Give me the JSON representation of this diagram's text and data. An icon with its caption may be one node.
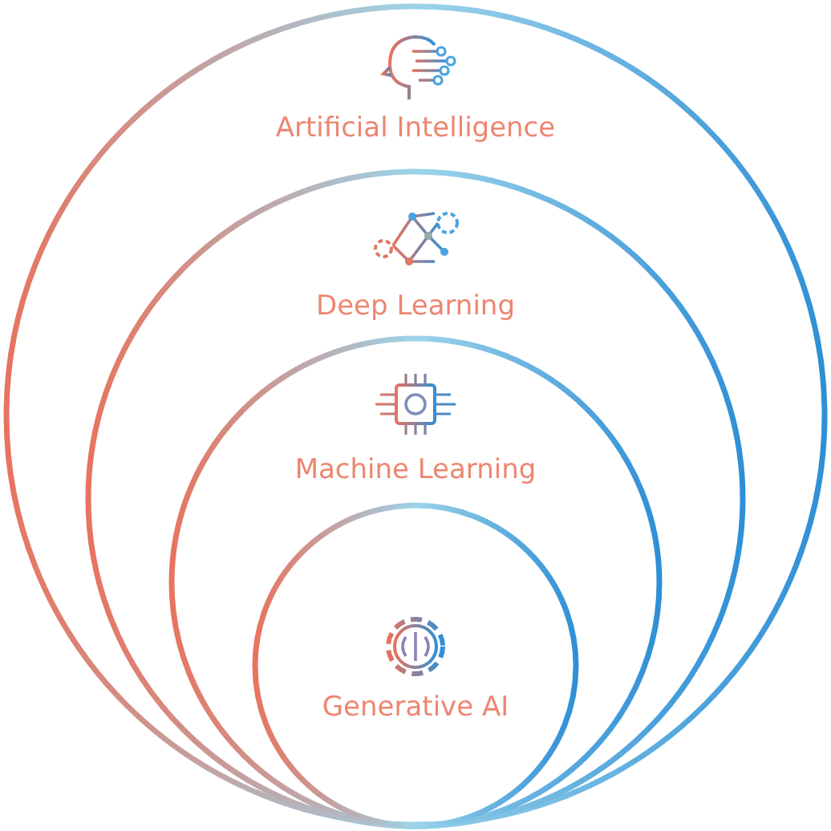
{
  "diagram": {
    "nodes": [
      {
        "text": [
          "Artificial Intelligence"
        ]
      },
      {
        "text": [
          "Deep Learning"
        ],
        "in": 0
      },
      {
        "text": [
          "Machine Learning"
        ],
        "in": 1
      },
      {
        "text": [
          "Generative AI"
        ],
        "in": 2
      }
    ]
  }
}
